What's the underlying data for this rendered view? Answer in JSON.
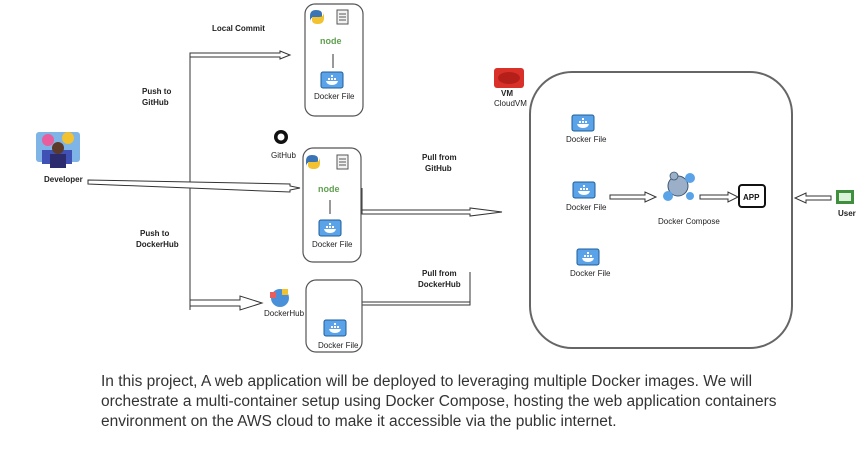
{
  "labels": {
    "local_commit": "Local Commit",
    "push_github_1": "Push to",
    "push_github_2": "GitHub",
    "developer": "Developer",
    "github": "GitHub",
    "push_dockerhub_1": "Push to",
    "push_dockerhub_2": "DockerHub",
    "pull_github_1": "Pull from",
    "pull_github_2": "GitHub",
    "pull_dockerhub_1": "Pull from",
    "pull_dockerhub_2": "DockerHub",
    "dockerhub": "DockerHub",
    "cloudvm": "CloudVM",
    "vm_badge": "VM",
    "docker_file": "Docker File",
    "docker_compose": "Docker Compose",
    "app": "APP",
    "user": "User",
    "node": "node"
  },
  "description": "In this project, A web application will be deployed to leveraging multiple Docker images. We will orchestrate a multi-container setup using Docker Compose, hosting the web application containers environment on the AWS cloud to make it accessible via the public internet.",
  "colors": {
    "docker_blue": "#4a90d9",
    "cloud_red": "#d9302a",
    "node_green": "#5fa04e"
  },
  "icons": [
    "python-icon",
    "file-icon",
    "node-icon",
    "docker-icon",
    "github-icon",
    "dockerhub-icon",
    "cloud-icon",
    "developer-icon",
    "compose-icon",
    "app-icon",
    "user-icon"
  ]
}
